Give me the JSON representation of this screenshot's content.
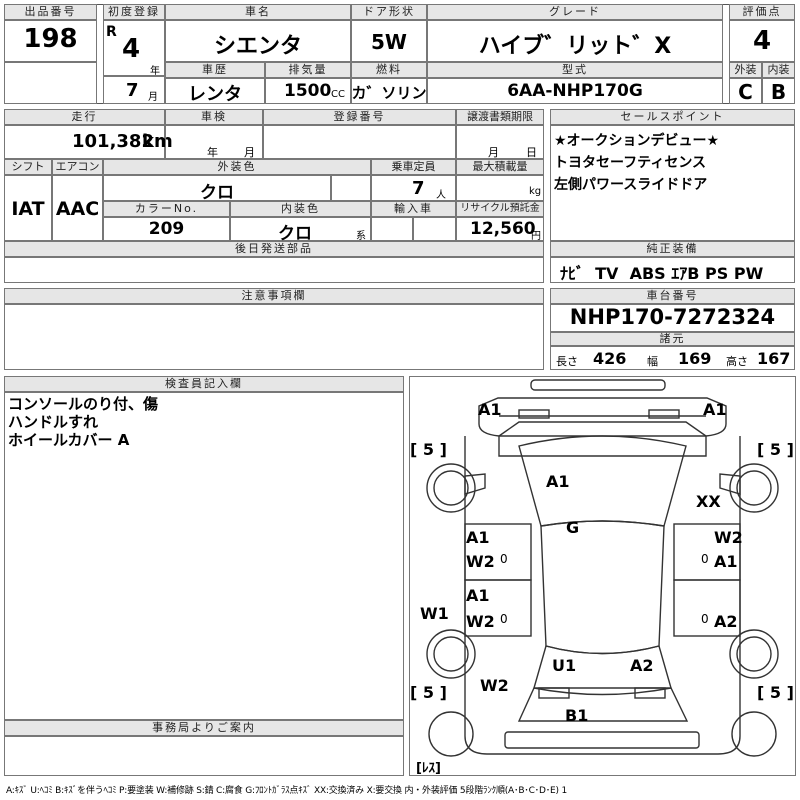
{
  "headers": {
    "lot_no": "出品番号",
    "first_reg": "初度登録",
    "car_name": "車名",
    "door": "ドア形状",
    "grade": "グレード",
    "score": "評価点",
    "history": "車歴",
    "displacement": "排気量",
    "fuel": "燃料",
    "model": "型式",
    "exterior": "外装",
    "interior": "内装",
    "mileage": "走行",
    "shaken": "車検",
    "reg_no": "登録番号",
    "transfer_deadline": "譲渡書類期限",
    "sales_points": "セールスポイント",
    "shift": "シフト",
    "aircon": "エアコン",
    "ext_color": "外装色",
    "capacity": "乗車定員",
    "max_load": "最大積載量",
    "color_no": "カラーNo.",
    "int_color": "内装色",
    "import": "輸入車",
    "recycle": "リサイクル預託金",
    "later_parts": "後日発送部品",
    "equipment": "純正装備",
    "notes": "注意事項欄",
    "chassis": "車台番号",
    "specs": "諸元",
    "inspector": "検査員記入欄",
    "office": "事務局よりご案内"
  },
  "vehicle": {
    "lot_no": "198",
    "era": "R",
    "year": "4",
    "year_unit": "年",
    "month": "7",
    "month_unit": "月",
    "name": "シエンタ",
    "door": "5W",
    "grade": "ハイブ゛リット゛X",
    "score": "4",
    "history": "レンタ",
    "displacement": "1500",
    "cc": "CC",
    "fuel": "カ゛ソリン",
    "model": "6AA-NHP170G",
    "ext_grade": "C",
    "int_grade": "B",
    "mileage": "101,382",
    "km": "km",
    "shaken_year": "年",
    "shaken_month": "月",
    "transfer_month": "月",
    "transfer_day": "日",
    "shift": "IAT",
    "aircon": "AAC",
    "ext_color": "クロ",
    "capacity": "7",
    "capacity_unit": "人",
    "load_unit": "kg",
    "color_no": "209",
    "int_color": "クロ",
    "int_color_suffix": "系",
    "recycle": "12,560",
    "yen": "円",
    "equipment": "ﾅﾋﾞ  TV  ABS ｴｱB PS PW",
    "chassis": "NHP170-7272324",
    "length_label": "長さ",
    "length": "426",
    "width_label": "幅",
    "width": "169",
    "height_label": "高さ",
    "height": "167"
  },
  "sales_points": [
    "★オークションデビュー★",
    "トヨタセーフティセンス",
    "左側パワースライドドア"
  ],
  "inspector_notes": [
    "コンソールのり付、傷",
    "ハンドルすれ",
    "ホイールカバー A"
  ],
  "diagram_marks": {
    "front_left": "A1",
    "front_right": "A1",
    "tire_fl": "[ 5 ]",
    "tire_fr": "[ 5 ]",
    "tire_rl": "[ 5 ]",
    "tire_rr": "[ 5 ]",
    "windshield": "A1",
    "windshield_g": "G",
    "right_fender": "XX",
    "left_front_door_a": "A1",
    "left_front_door_w": "W2",
    "left_front_door_0": "0",
    "left_rear_door_a": "A1",
    "left_rear_door_w": "W2",
    "left_rear_door_0": "0",
    "right_front_door_w": "W2",
    "right_front_door_a": "A1",
    "right_front_door_0": "0",
    "right_rear_door_0": "0",
    "right_rear_door_a": "A2",
    "left_quarter": "W1",
    "rear_gate_u": "U1",
    "rear_gate_a": "A2",
    "rear_left": "W2",
    "rear_bumper": "B1",
    "spare": "[ﾚｽ]"
  },
  "legend": "A:ｷｽﾞ  U:ﾍｺﾐ  B:ｷｽﾞを伴うﾍｺﾐ  P:要塗装  W:補修跡  S:錆  C:腐食  G:ﾌﾛﾝﾄｶﾞﾗｽ点ｷｽﾞ  XX:交換済み  X:要交換   内・外装評価  5段階ﾗﾝｸ順(A･B･C･D･E) 1"
}
